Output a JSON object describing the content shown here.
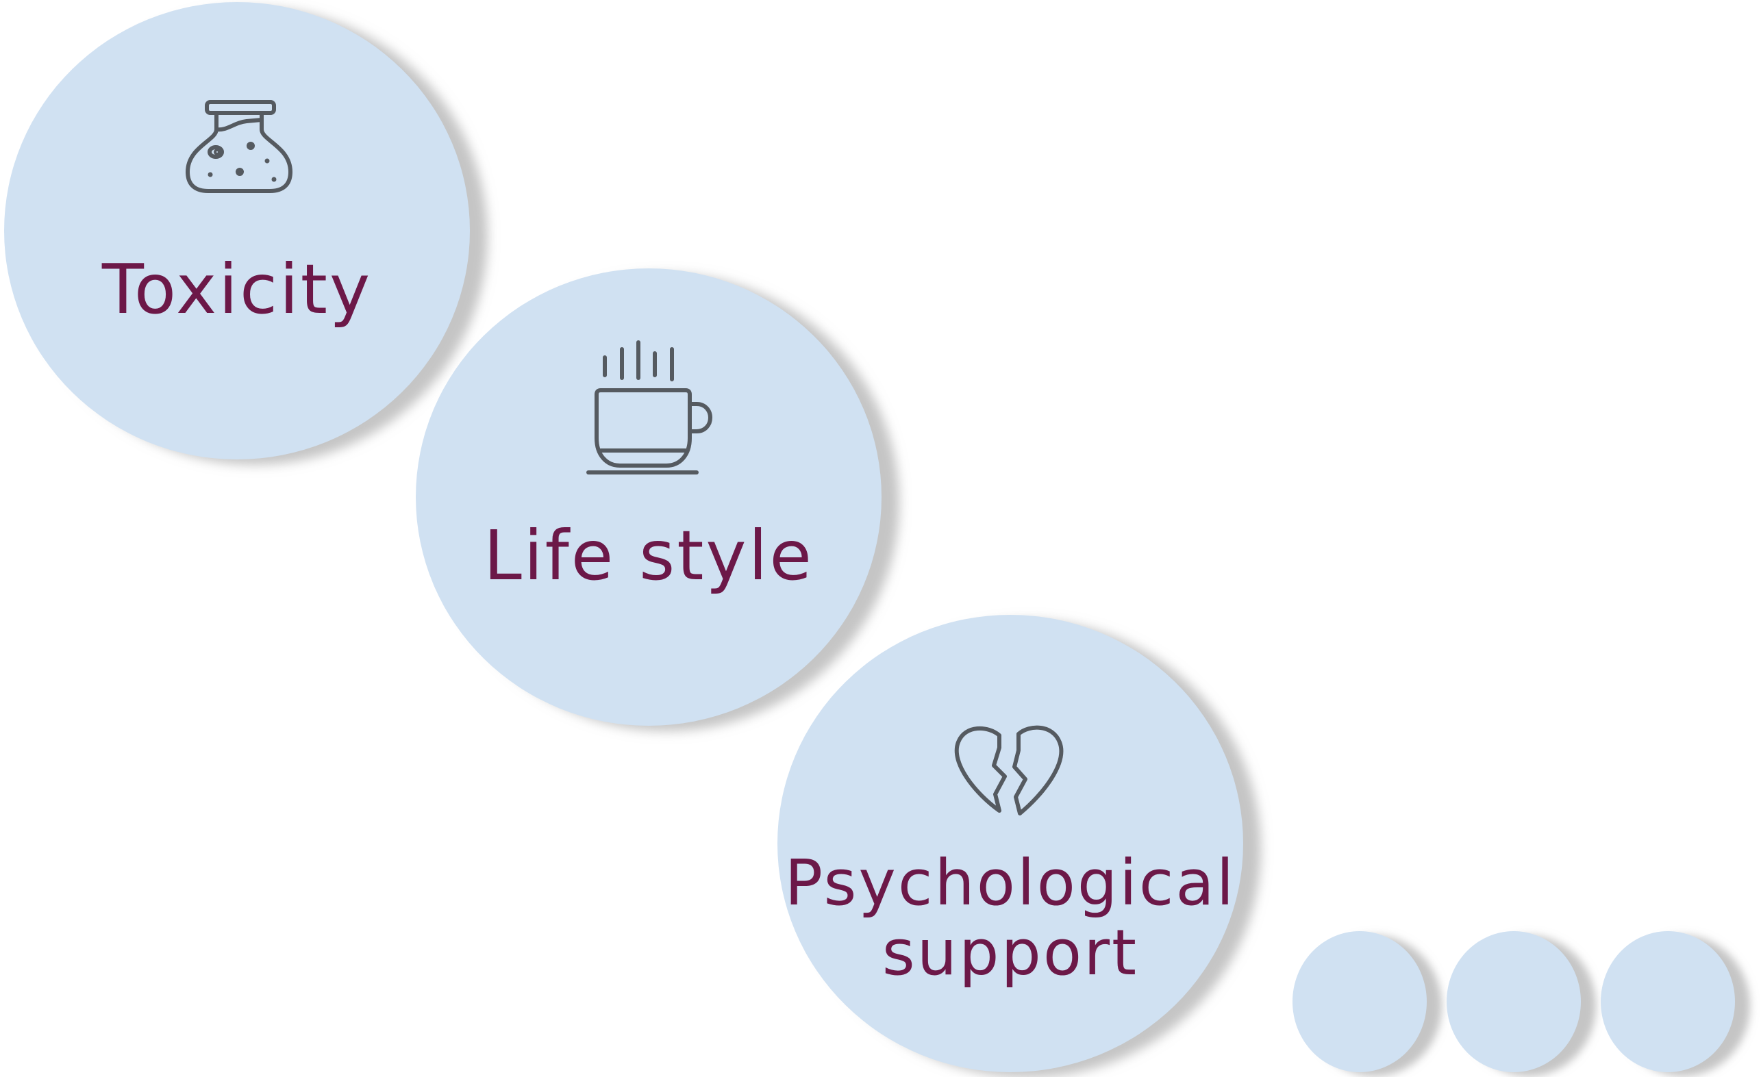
{
  "nodes": [
    {
      "label": "Toxicity",
      "icon": "flask-icon"
    },
    {
      "label": "Life style",
      "icon": "coffee-cup-icon"
    },
    {
      "label_line1": "Psychological",
      "label_line2": "support",
      "icon": "broken-heart-icon"
    }
  ],
  "more_indicator": {
    "dots": 3
  },
  "colors": {
    "circle_fill": "#d0e1f2",
    "label_text": "#6c1848",
    "icon_stroke": "#555a60",
    "shadow": "#c8c8c8"
  }
}
